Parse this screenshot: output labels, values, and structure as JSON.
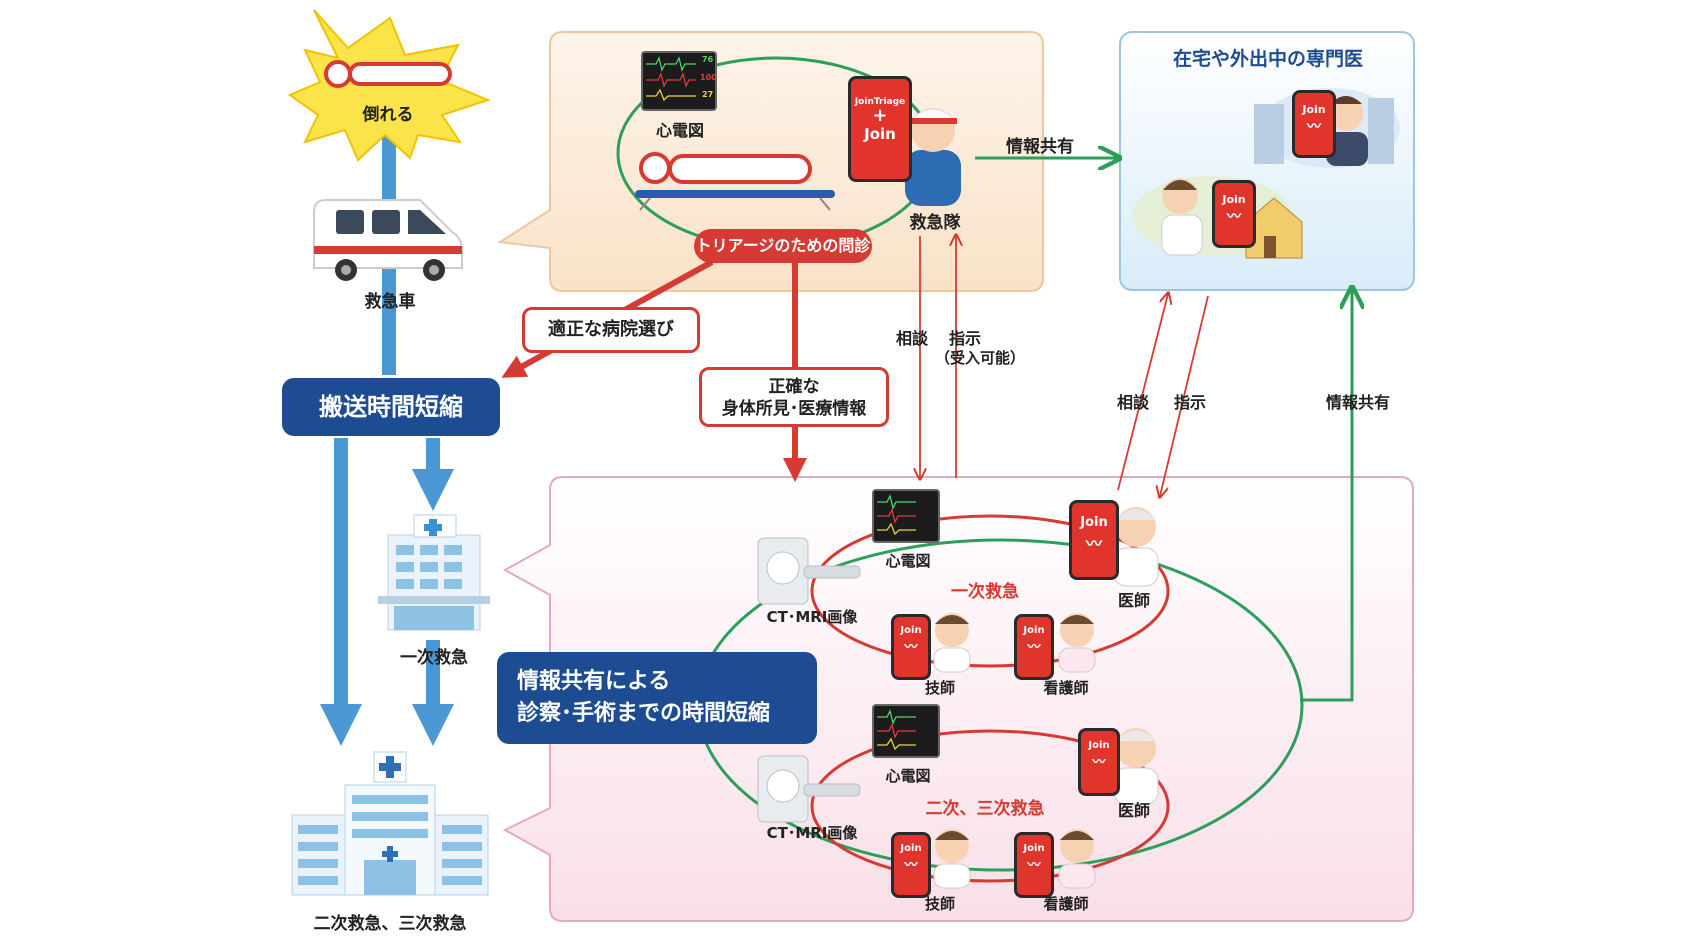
{
  "labels": {
    "collapse": "倒れる",
    "ambulance": "救急車",
    "transport_reduction": "搬送時間短縮",
    "primary_hospital": "一次救急",
    "secondary_tertiary_hospital": "二次救急、三次救急",
    "ecg_top": "心電図",
    "paramedic": "救急隊",
    "triage_pill": "トリアージのための問診",
    "info_share_top": "情報共有",
    "remote_specialist_title": "在宅や外出中の専門医",
    "hospital_selection": "適正な病院選び",
    "accurate_info_line1": "正確な",
    "accurate_info_line2": "身体所見･医療情報",
    "consult_center": "相談",
    "instruct_center": "指示",
    "instruct_center_sub": "（受入可能）",
    "consult_right": "相談",
    "instruct_right": "指示",
    "info_share_right": "情報共有",
    "time_reduction_line1": "情報共有による",
    "time_reduction_line2": "診察･手術までの時間短縮",
    "primary_loop": {
      "title": "一次救急",
      "ecg": "心電図",
      "ct": "CT･MRI画像",
      "doctor": "医師",
      "technician": "技師",
      "nurse": "看護師"
    },
    "secondary_loop": {
      "title": "二次、三次救急",
      "ecg": "心電図",
      "ct": "CT･MRI画像",
      "doctor": "医師",
      "technician": "技師",
      "nurse": "看護師"
    }
  },
  "app": {
    "join": "Join",
    "join_triage": "JoinTriage",
    "plus": "+"
  },
  "monitor": {
    "v1": "76",
    "v2": "100",
    "v3": "27"
  },
  "colors": {
    "navy": "#1d4c93",
    "red": "#d63a32",
    "green": "#2e9e5b",
    "blue_arrow": "#4a97d3",
    "orange_panel": "#fbe9d6",
    "pink_panel": "#fbe7ee",
    "sky_panel": "#e6f2fa"
  }
}
